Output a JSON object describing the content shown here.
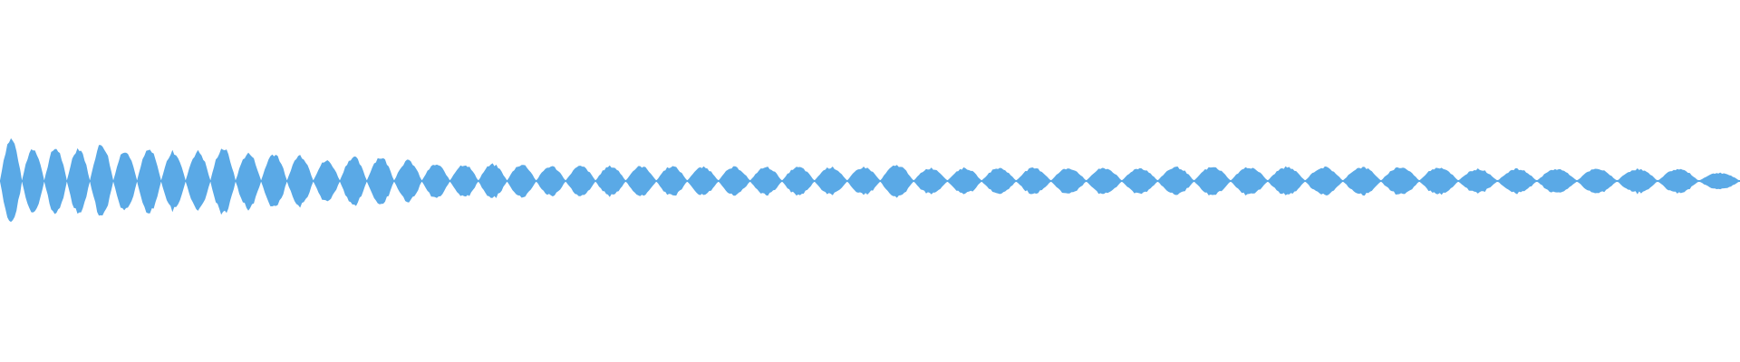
{
  "waveform": {
    "color": "#5aa9e6",
    "background": "#ffffff",
    "segments": [
      {
        "amp": 0.46,
        "count": 1
      },
      {
        "amp": 0.36,
        "count": 3
      },
      {
        "amp": 0.4,
        "count": 1
      },
      {
        "amp": 0.34,
        "count": 2
      },
      {
        "amp": 0.32,
        "count": 2
      },
      {
        "amp": 0.36,
        "count": 1
      },
      {
        "amp": 0.3,
        "count": 2
      },
      {
        "amp": 0.28,
        "count": 1
      },
      {
        "amp": 0.22,
        "count": 1
      },
      {
        "amp": 0.26,
        "count": 2
      },
      {
        "amp": 0.22,
        "count": 1
      },
      {
        "amp": 0.18,
        "count": 4
      },
      {
        "amp": 0.16,
        "count": 5
      },
      {
        "amp": 0.15,
        "count": 6
      },
      {
        "amp": 0.17,
        "count": 1
      },
      {
        "amp": 0.14,
        "count": 7
      },
      {
        "amp": 0.15,
        "count": 8
      },
      {
        "amp": 0.13,
        "count": 6
      },
      {
        "amp": 0.09,
        "count": 1
      }
    ]
  }
}
